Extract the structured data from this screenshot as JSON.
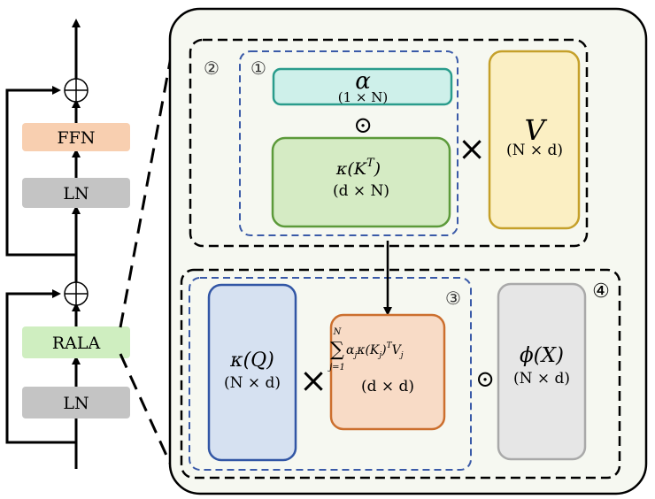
{
  "left_block": {
    "top_ffn": "FFN",
    "top_ln": "LN",
    "rala": "RALA",
    "bottom_ln": "LN"
  },
  "region_markers": {
    "one": "①",
    "two": "②",
    "three": "③",
    "four": "④"
  },
  "alpha_box": {
    "symbol": "α",
    "dim": "(1 × N)"
  },
  "odot_top": "⊙",
  "kappa_k_box": {
    "label": "κ(K",
    "sup": "T",
    "close": ")",
    "dim": "(d × N)"
  },
  "times_top": "×",
  "v_box": {
    "symbol": "V",
    "dim": "(N × d)"
  },
  "kappa_q_box": {
    "label": "κ(Q)",
    "dim": "(N × d)"
  },
  "times_bottom": "×",
  "sum_box": {
    "sum_top": "N",
    "sum_symbol": "∑",
    "sum_bottom": "j=1",
    "term": "α",
    "term_sub": "j",
    "term_kappa": "κ(K",
    "term_kappa_sub": "j",
    "term_kappa_close": ")",
    "term_sup": "T",
    "term_v": "V",
    "term_v_sub": "j",
    "dim": "(d × d)"
  },
  "odot_bottom": "⊙",
  "phi_box": {
    "label": "ϕ(X)",
    "dim": "(N × d)"
  },
  "colors": {
    "ffn_fill": "#f8cfb0",
    "ln_fill": "#c4c4c4",
    "rala_fill": "#cfeec0",
    "panel_fill": "#f6f8f1",
    "alpha_fill": "#cef0ea",
    "alpha_stroke": "#2a9c8c",
    "kk_fill": "#d5ebc4",
    "kk_stroke": "#5c9a3a",
    "v_fill": "#fbefc3",
    "v_stroke": "#c5a02a",
    "kq_fill": "#d6e1f1",
    "kq_stroke": "#3256a5",
    "sum_fill": "#f8dbc6",
    "sum_stroke": "#cc6f2e",
    "phi_fill": "#e6e6e6",
    "phi_stroke": "#a9a9a9",
    "blue_dash": "#3a5aa8"
  }
}
